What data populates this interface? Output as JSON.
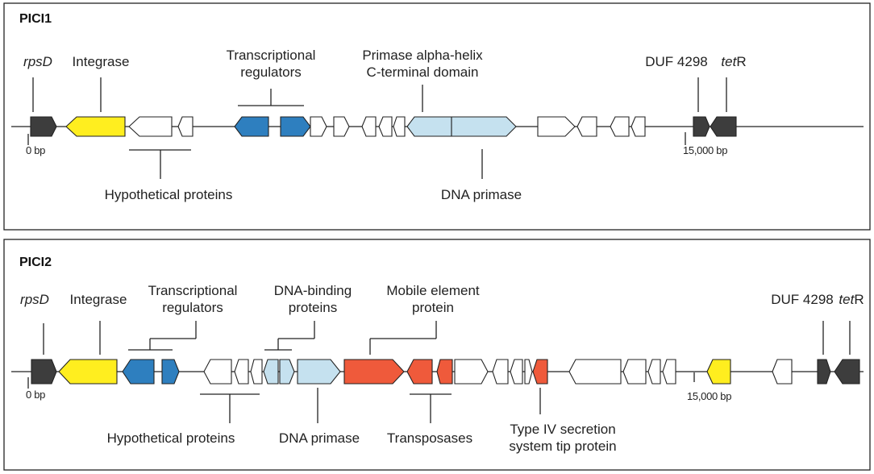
{
  "colors": {
    "dark": "#3d3d3d",
    "yellow": "#ffee1f",
    "blue": "#2e7fbf",
    "light": "#c5e1ef",
    "red": "#ef5a3b",
    "white": "#ffffff"
  },
  "panels": [
    {
      "title": "PICI1",
      "start_label": "0 bp",
      "end_label": "15,000 bp",
      "labels": {
        "rpsD": "rpsD",
        "integrase": "Integrase",
        "tr1": "Transcriptional",
        "tr2": "regulators",
        "pah1": "Primase alpha-helix",
        "pah2": "C-terminal domain",
        "duf": "DUF 4298",
        "tetR_i": "tet",
        "tetR_r": "R",
        "hypo": "Hypothetical proteins",
        "dna_primase": "DNA primase"
      }
    },
    {
      "title": "PICI2",
      "start_label": "0 bp",
      "end_label": "15,000 bp",
      "labels": {
        "rpsD": "rpsD",
        "integrase": "Integrase",
        "tr1": "Transcriptional",
        "tr2": "regulators",
        "dbp1": "DNA-binding",
        "dbp2": "proteins",
        "mep1": "Mobile element",
        "mep2": "protein",
        "duf": "DUF 4298",
        "tetR_i": "tet",
        "tetR_r": "R",
        "hypo": "Hypothetical proteins",
        "dna_primase": "DNA primase",
        "transposases": "Transposases",
        "t4_1": "Type IV secretion",
        "t4_2": "system tip protein"
      }
    }
  ]
}
